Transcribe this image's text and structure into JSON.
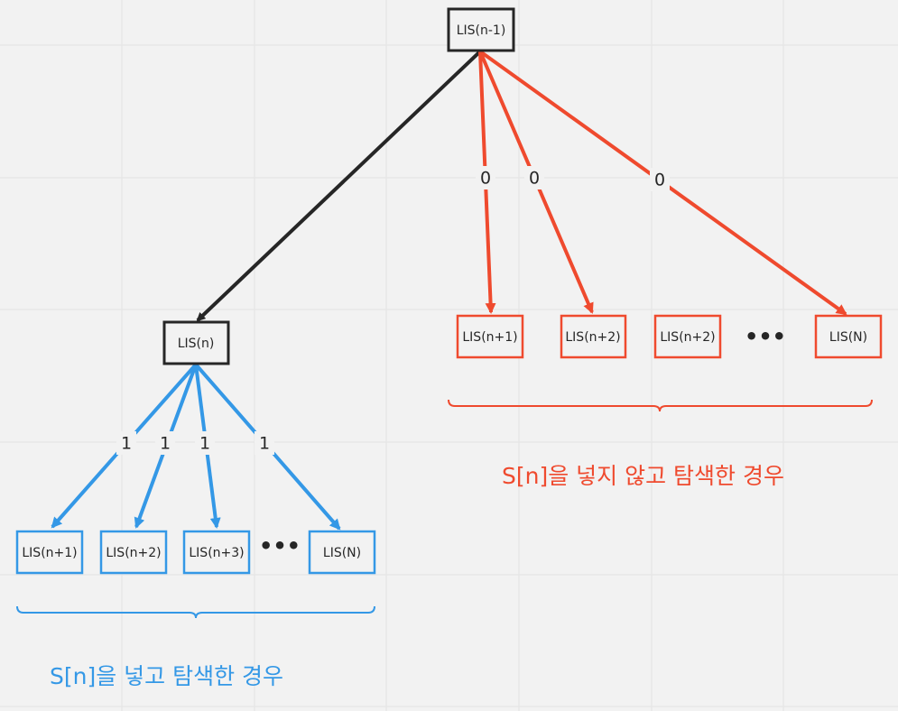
{
  "colors": {
    "background": "#f2f2f2",
    "grid": "#e3e3e3",
    "black": "#262626",
    "red": "#ef4a2e",
    "blue": "#3498e6",
    "node_fill": "#f2f2f2"
  },
  "nodes": {
    "root": "LIS(n-1)",
    "include": "LIS(n)",
    "left_children": [
      "LIS(n+1)",
      "LIS(n+2)",
      "LIS(n+3)",
      "LIS(N)"
    ],
    "right_children": [
      "LIS(n+1)",
      "LIS(n+2)",
      "LIS(n+2)",
      "LIS(N)"
    ]
  },
  "edge_labels": {
    "left": [
      "1",
      "1",
      "1",
      "1"
    ],
    "right": [
      "0",
      "0",
      "0"
    ]
  },
  "ellipsis": "•••",
  "captions": {
    "include": "S[n]을 넣고  탐색한 경우",
    "exclude": "S[n]을 넣지 않고  탐색한 경우"
  }
}
